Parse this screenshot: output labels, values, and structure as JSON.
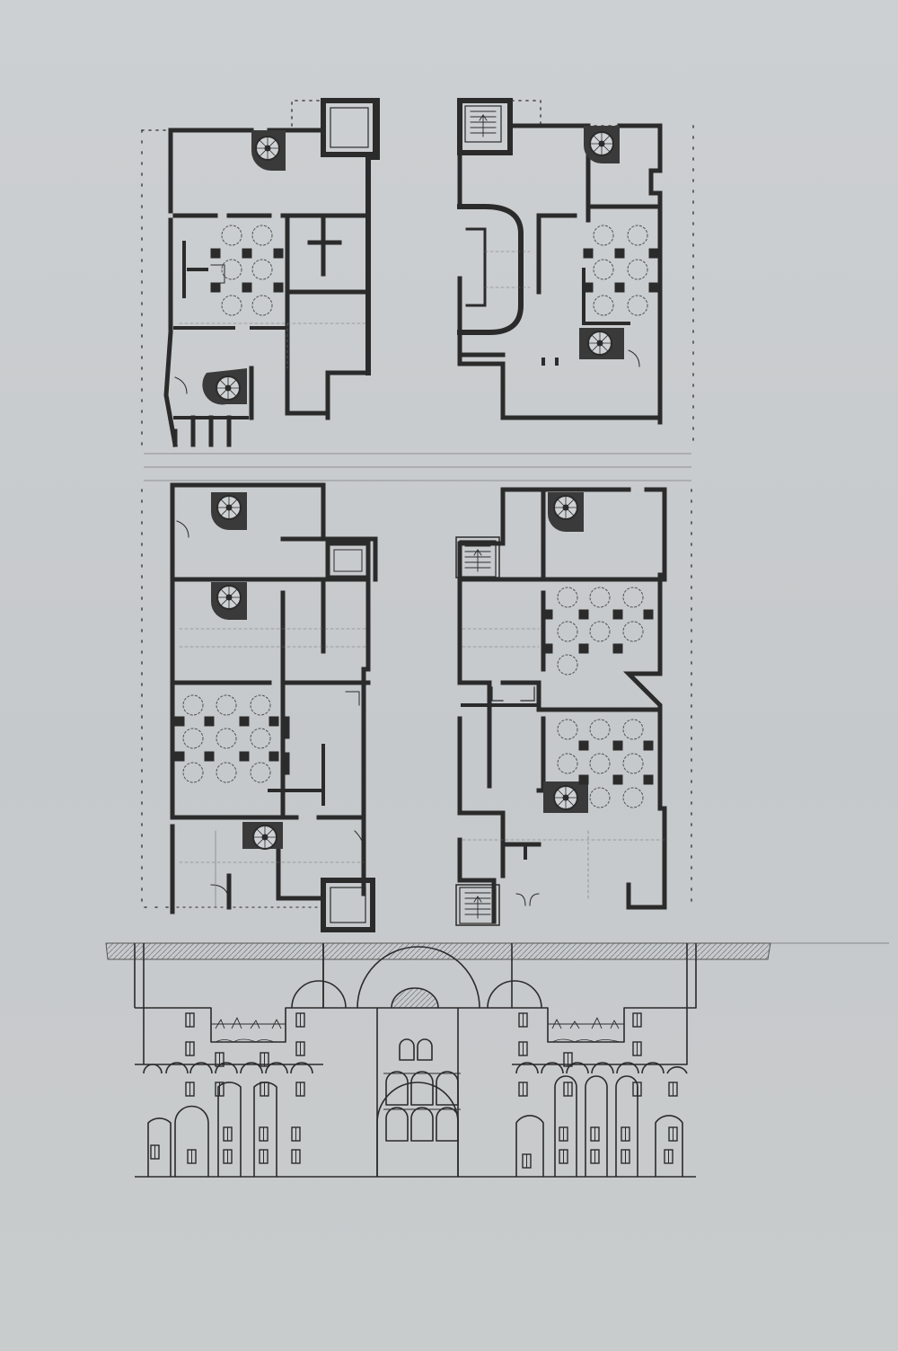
{
  "sheet": {
    "paper_color": "#c8cbcd",
    "ink_color": "#2b2b2b",
    "hatch_color": "#8a8c8e",
    "hint_color": "#6f7173"
  },
  "plans": [
    {
      "id": "plan-top-left"
    },
    {
      "id": "plan-top-right"
    },
    {
      "id": "plan-bottom-left"
    },
    {
      "id": "plan-bottom-right"
    }
  ],
  "elevation": {
    "id": "street-elevation"
  }
}
